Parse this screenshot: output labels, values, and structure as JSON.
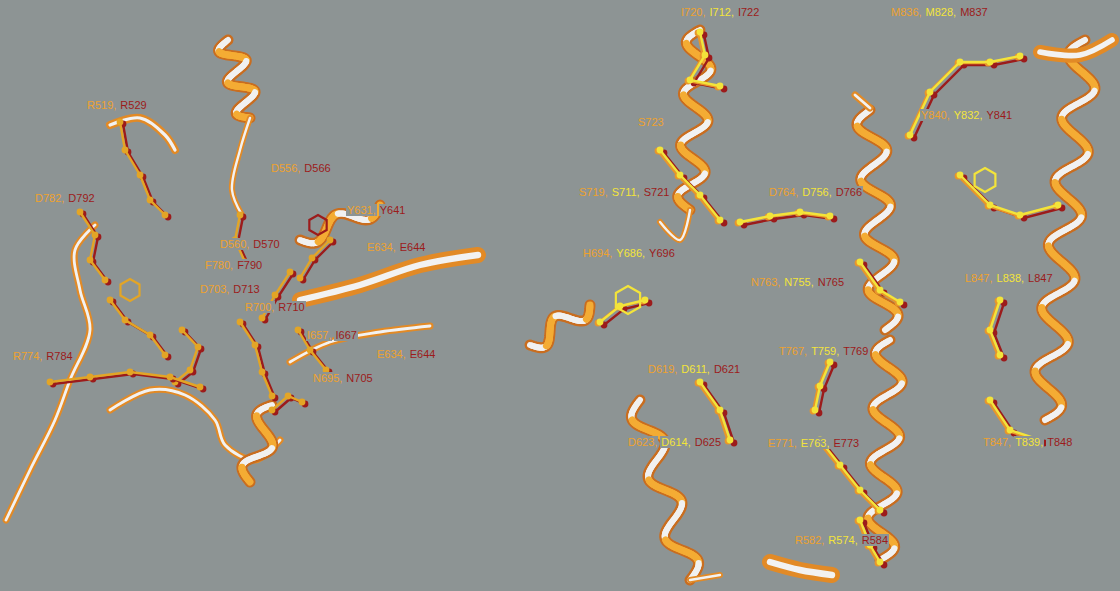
{
  "diagram": {
    "labels": [
      "R519,",
      "R529",
      "D556,",
      "D566",
      "D782,",
      "D792",
      "Y631,",
      "Y641",
      "D560,",
      "D570",
      "E634,",
      "E644",
      "F780,",
      "F790",
      "D703,",
      "D713",
      "R700,",
      "R710",
      "I657,",
      "I667",
      "E634,",
      "E644",
      "R774,",
      "R784",
      "N695,",
      "N705",
      "I720,",
      "I712,",
      "I722",
      "M836,",
      "M828,",
      "M837",
      "S723",
      "Y840,",
      "Y832,",
      "Y841",
      "S719,",
      "S711,",
      "S721",
      "D764,",
      "D756,",
      "D766",
      "H694,",
      "Y686,",
      "Y696",
      "N763,",
      "N755,",
      "N765",
      "L847,",
      "L838,",
      "L847",
      "T767,",
      "T759,",
      "T769",
      "D619,",
      "D611,",
      "D621",
      "D623,",
      "D614,",
      "D625",
      "E771,",
      "E763,",
      "E773",
      "T847,",
      "T839,",
      "T848",
      "R582,",
      "R574,",
      "R584"
    ]
  }
}
